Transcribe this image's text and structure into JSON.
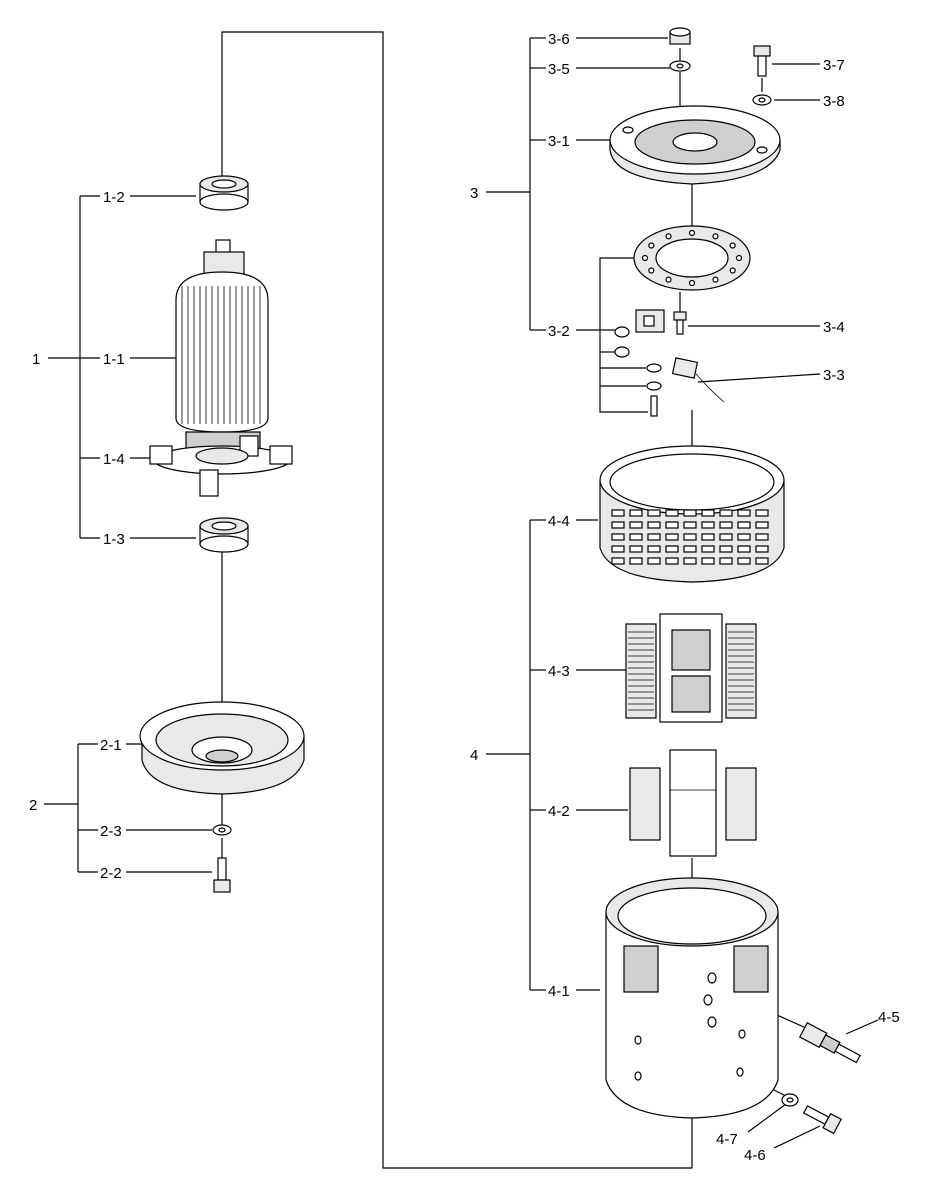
{
  "diagram": {
    "labels": {
      "g1": "1",
      "p1_1": "1-1",
      "p1_2": "1-2",
      "p1_3": "1-3",
      "p1_4": "1-4",
      "g2": "2",
      "p2_1": "2-1",
      "p2_2": "2-2",
      "p2_3": "2-3",
      "g3": "3",
      "p3_1": "3-1",
      "p3_2": "3-2",
      "p3_3": "3-3",
      "p3_4": "3-4",
      "p3_5": "3-5",
      "p3_6": "3-6",
      "p3_7": "3-7",
      "p3_8": "3-8",
      "g4": "4",
      "p4_1": "4-1",
      "p4_2": "4-2",
      "p4_3": "4-3",
      "p4_4": "4-4",
      "p4_5": "4-5",
      "p4_6": "4-6",
      "p4_7": "4-7"
    }
  }
}
